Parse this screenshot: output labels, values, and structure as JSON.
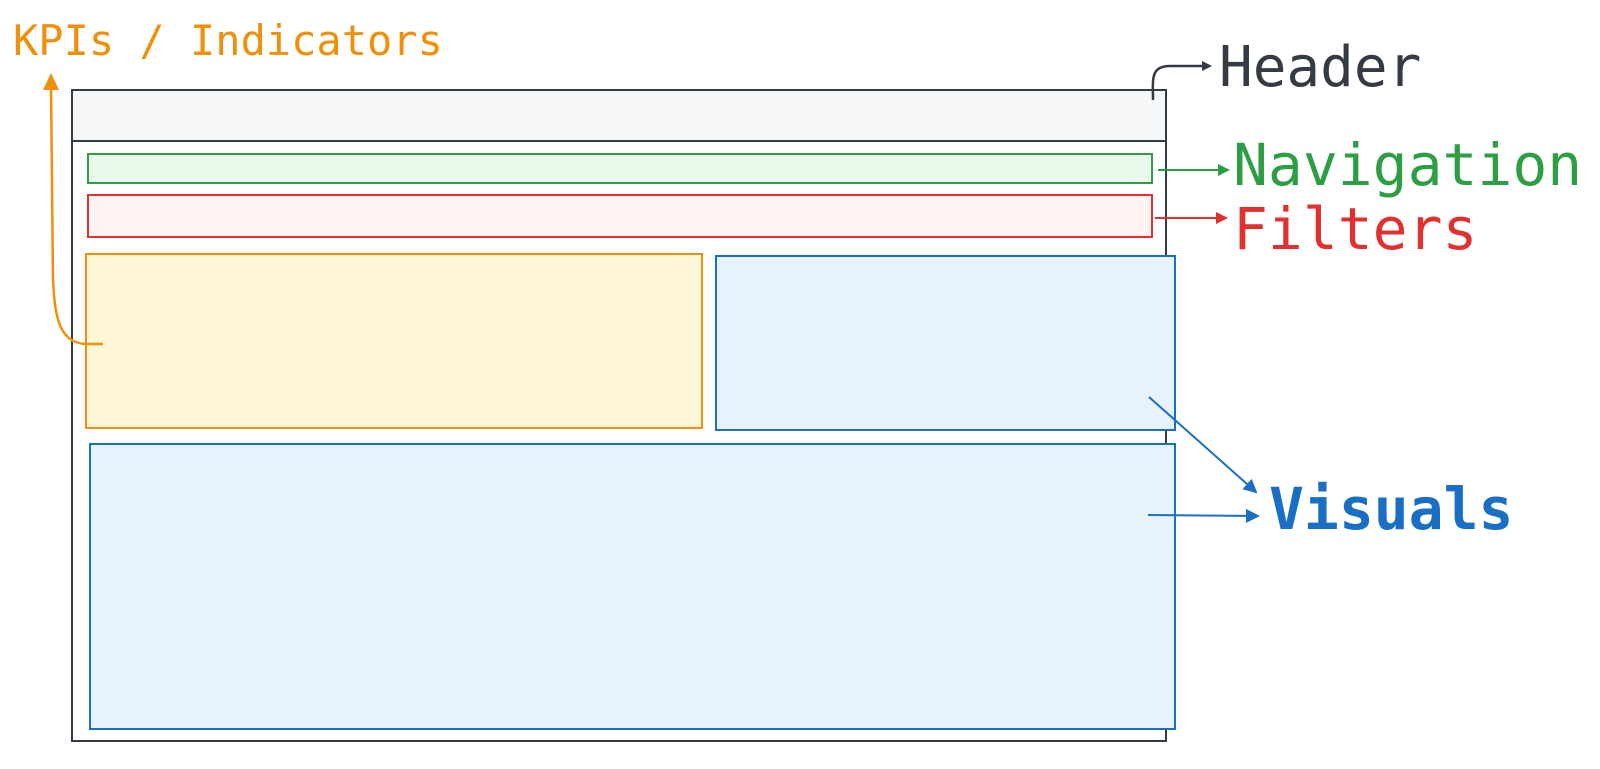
{
  "labels": {
    "kpis": "KPIs / Indicators",
    "header": "Header",
    "navigation": "Navigation",
    "filters": "Filters",
    "visuals": "Visuals"
  },
  "colors": {
    "header": "#353b44",
    "header_fill": "#f6f7f9",
    "navigation": "#2e9e45",
    "navigation_fill": "#eaf8ec",
    "filters": "#e0302f",
    "filters_fill": "#fff3f3",
    "kpis": "#f0900a",
    "kpis_fill": "#fdf6d9",
    "visuals": "#1a6fc4",
    "visuals_fill": "#e6f3fd"
  }
}
